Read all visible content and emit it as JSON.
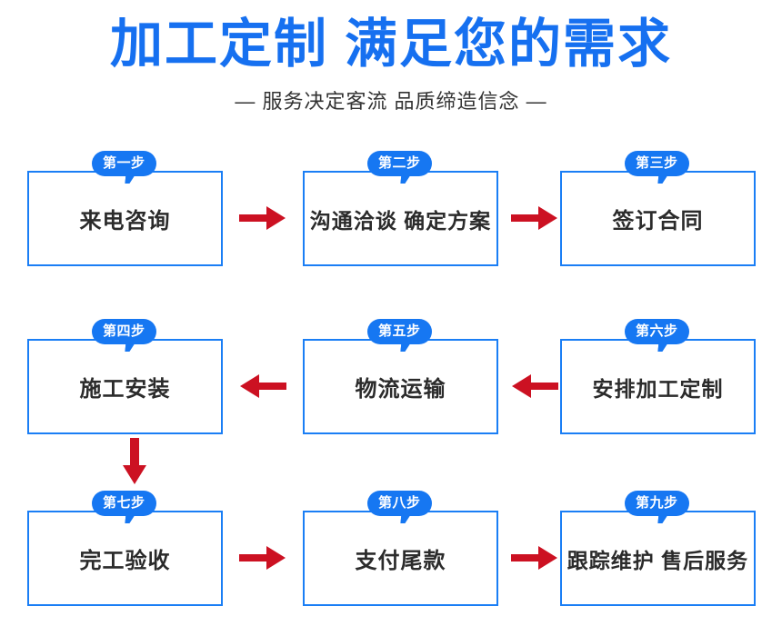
{
  "header": {
    "title_part1": "加工定制",
    "title_part2": "满足您的需求",
    "subtitle": "— 服务决定客流  品质缔造信念 —"
  },
  "colors": {
    "title_blue": "#1670f0",
    "badge_blue": "#1677f2",
    "box_border_blue": "#1a7ef5",
    "arrow_red": "#cc1122",
    "text_dark": "#2b2b2b",
    "subtitle_gray": "#333333",
    "background": "#ffffff"
  },
  "flow": {
    "steps": [
      {
        "badge": "第一步",
        "label": "来电咨询"
      },
      {
        "badge": "第二步",
        "label": "沟通洽谈 确定方案"
      },
      {
        "badge": "第三步",
        "label": "签订合同"
      },
      {
        "badge": "第四步",
        "label": "施工安装"
      },
      {
        "badge": "第五步",
        "label": "物流运输"
      },
      {
        "badge": "第六步",
        "label": "安排加工定制"
      },
      {
        "badge": "第七步",
        "label": "完工验收"
      },
      {
        "badge": "第八步",
        "label": "支付尾款"
      },
      {
        "badge": "第九步",
        "label": "跟踪维护 售后服务"
      }
    ],
    "connectors": [
      {
        "name": "arrow-step1-to-step2",
        "direction": "right"
      },
      {
        "name": "arrow-step2-to-step3",
        "direction": "right"
      },
      {
        "name": "arrow-step6-to-step5",
        "direction": "left"
      },
      {
        "name": "arrow-step5-to-step4",
        "direction": "left"
      },
      {
        "name": "arrow-step4-to-step7",
        "direction": "down"
      },
      {
        "name": "arrow-step7-to-step8",
        "direction": "right"
      },
      {
        "name": "arrow-step8-to-step9",
        "direction": "right"
      }
    ]
  }
}
